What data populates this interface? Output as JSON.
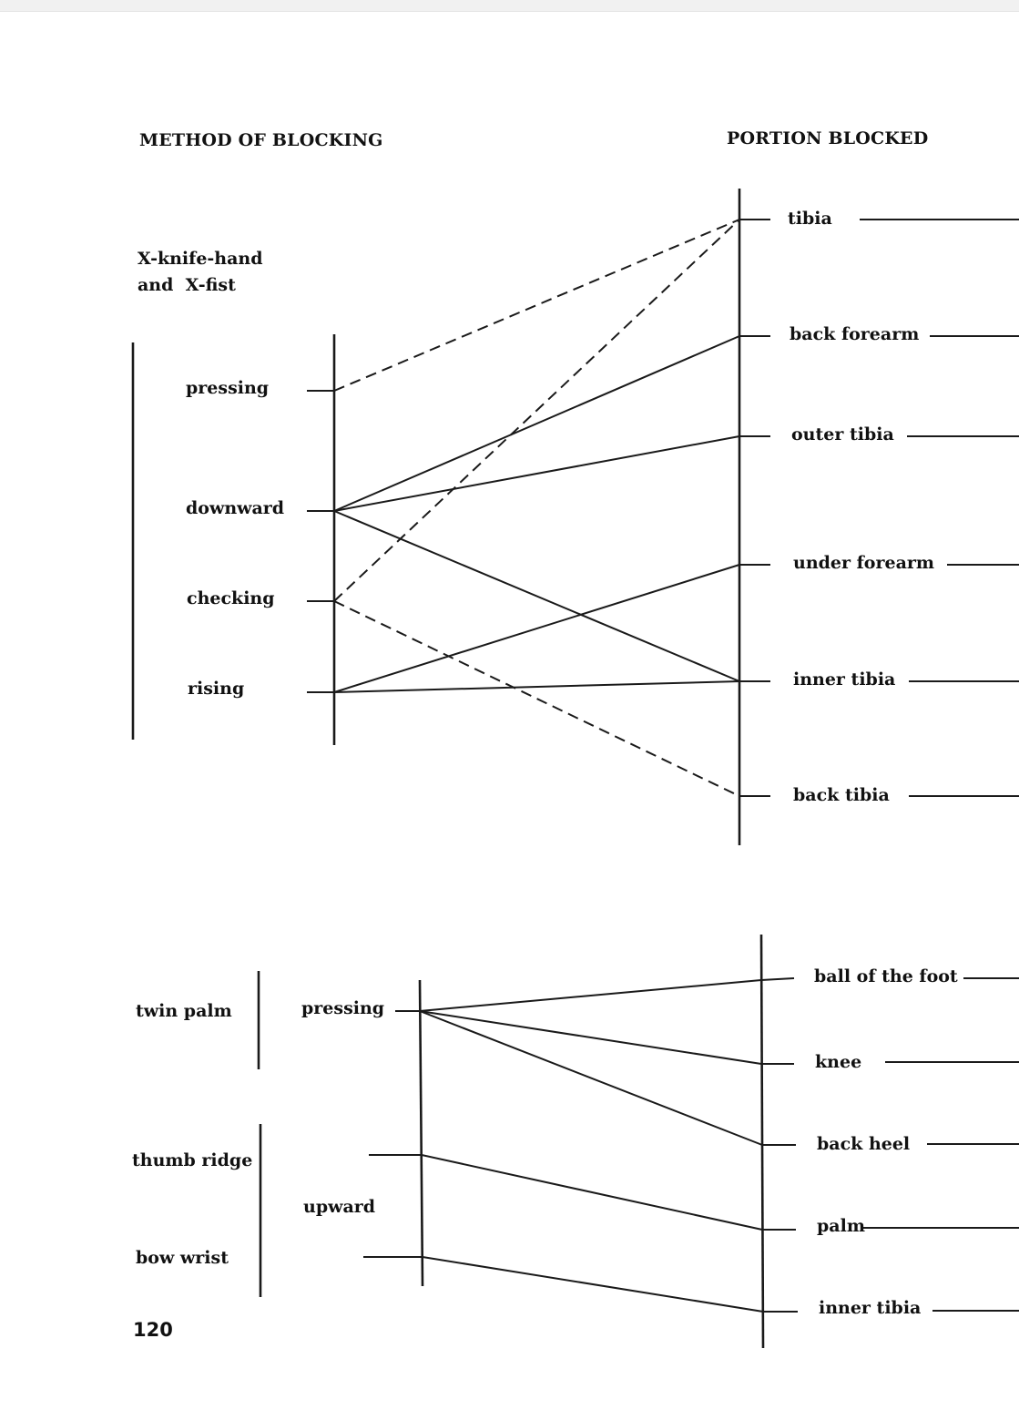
{
  "headers": {
    "method": "METHOD OF BLOCKING",
    "portion": "PORTION BLOCKED"
  },
  "section1": {
    "tool": "X-knife-hand\nand  X-fist",
    "methods": [
      "pressing",
      "downward",
      "checking",
      "rising"
    ],
    "portions": [
      "tibia",
      "back forearm",
      "outer tibia",
      "under forearm",
      "inner tibia",
      "back tibia"
    ]
  },
  "section2": {
    "tools": [
      "twin palm",
      "thumb ridge",
      "bow wrist"
    ],
    "methods": [
      "pressing",
      "upward"
    ],
    "portions": [
      "ball of the foot",
      "knee",
      "back heel",
      "palm",
      "inner tibia"
    ]
  },
  "page_number": "120"
}
